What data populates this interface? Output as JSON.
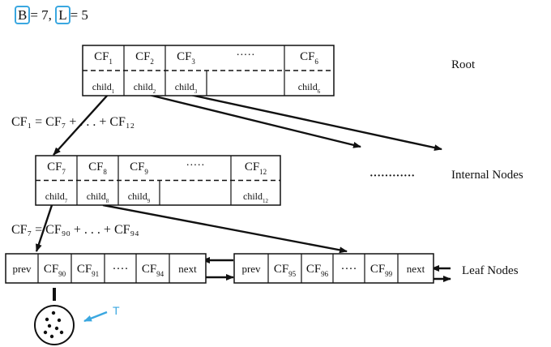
{
  "header": {
    "b_letter": "B",
    "b_rest": "= 7,",
    "l_letter": "L",
    "l_rest": "= 5"
  },
  "labels": {
    "root": "Root",
    "internal": "Internal Nodes",
    "leaf": "Leaf Nodes",
    "T": "T",
    "eq_internal": "CF₁ = CF₇ + . . . + CF₁₂",
    "eq_leaf": "CF₇ = CF₉₀ + . . . + CF₉₄"
  },
  "root_node": {
    "cf": [
      [
        "CF",
        "1"
      ],
      [
        "CF",
        "2"
      ],
      [
        "CF",
        "3"
      ],
      [
        "·····",
        ""
      ],
      [
        "CF",
        "6"
      ]
    ],
    "child": [
      [
        "child",
        "1"
      ],
      [
        "child",
        "2"
      ],
      [
        "child",
        "3"
      ],
      [
        "",
        ""
      ],
      [
        "child",
        "6"
      ]
    ]
  },
  "internal_node": {
    "cf": [
      [
        "CF",
        "7"
      ],
      [
        "CF",
        "8"
      ],
      [
        "CF",
        "9"
      ],
      [
        "·····",
        ""
      ],
      [
        "CF",
        "12"
      ]
    ],
    "child": [
      [
        "child",
        "7"
      ],
      [
        "child",
        "8"
      ],
      [
        "child",
        "9"
      ],
      [
        "",
        ""
      ],
      [
        "child",
        "12"
      ]
    ]
  },
  "internal_more_dots": "············",
  "leaf1": [
    [
      "prev",
      ""
    ],
    [
      "CF",
      "90"
    ],
    [
      "CF",
      "91"
    ],
    [
      "····",
      ""
    ],
    [
      "CF",
      "94"
    ],
    [
      "next",
      ""
    ]
  ],
  "leaf2": [
    [
      "prev",
      ""
    ],
    [
      "CF",
      "95"
    ],
    [
      "CF",
      "96"
    ],
    [
      "····",
      ""
    ],
    [
      "CF",
      "99"
    ],
    [
      "next",
      ""
    ]
  ]
}
